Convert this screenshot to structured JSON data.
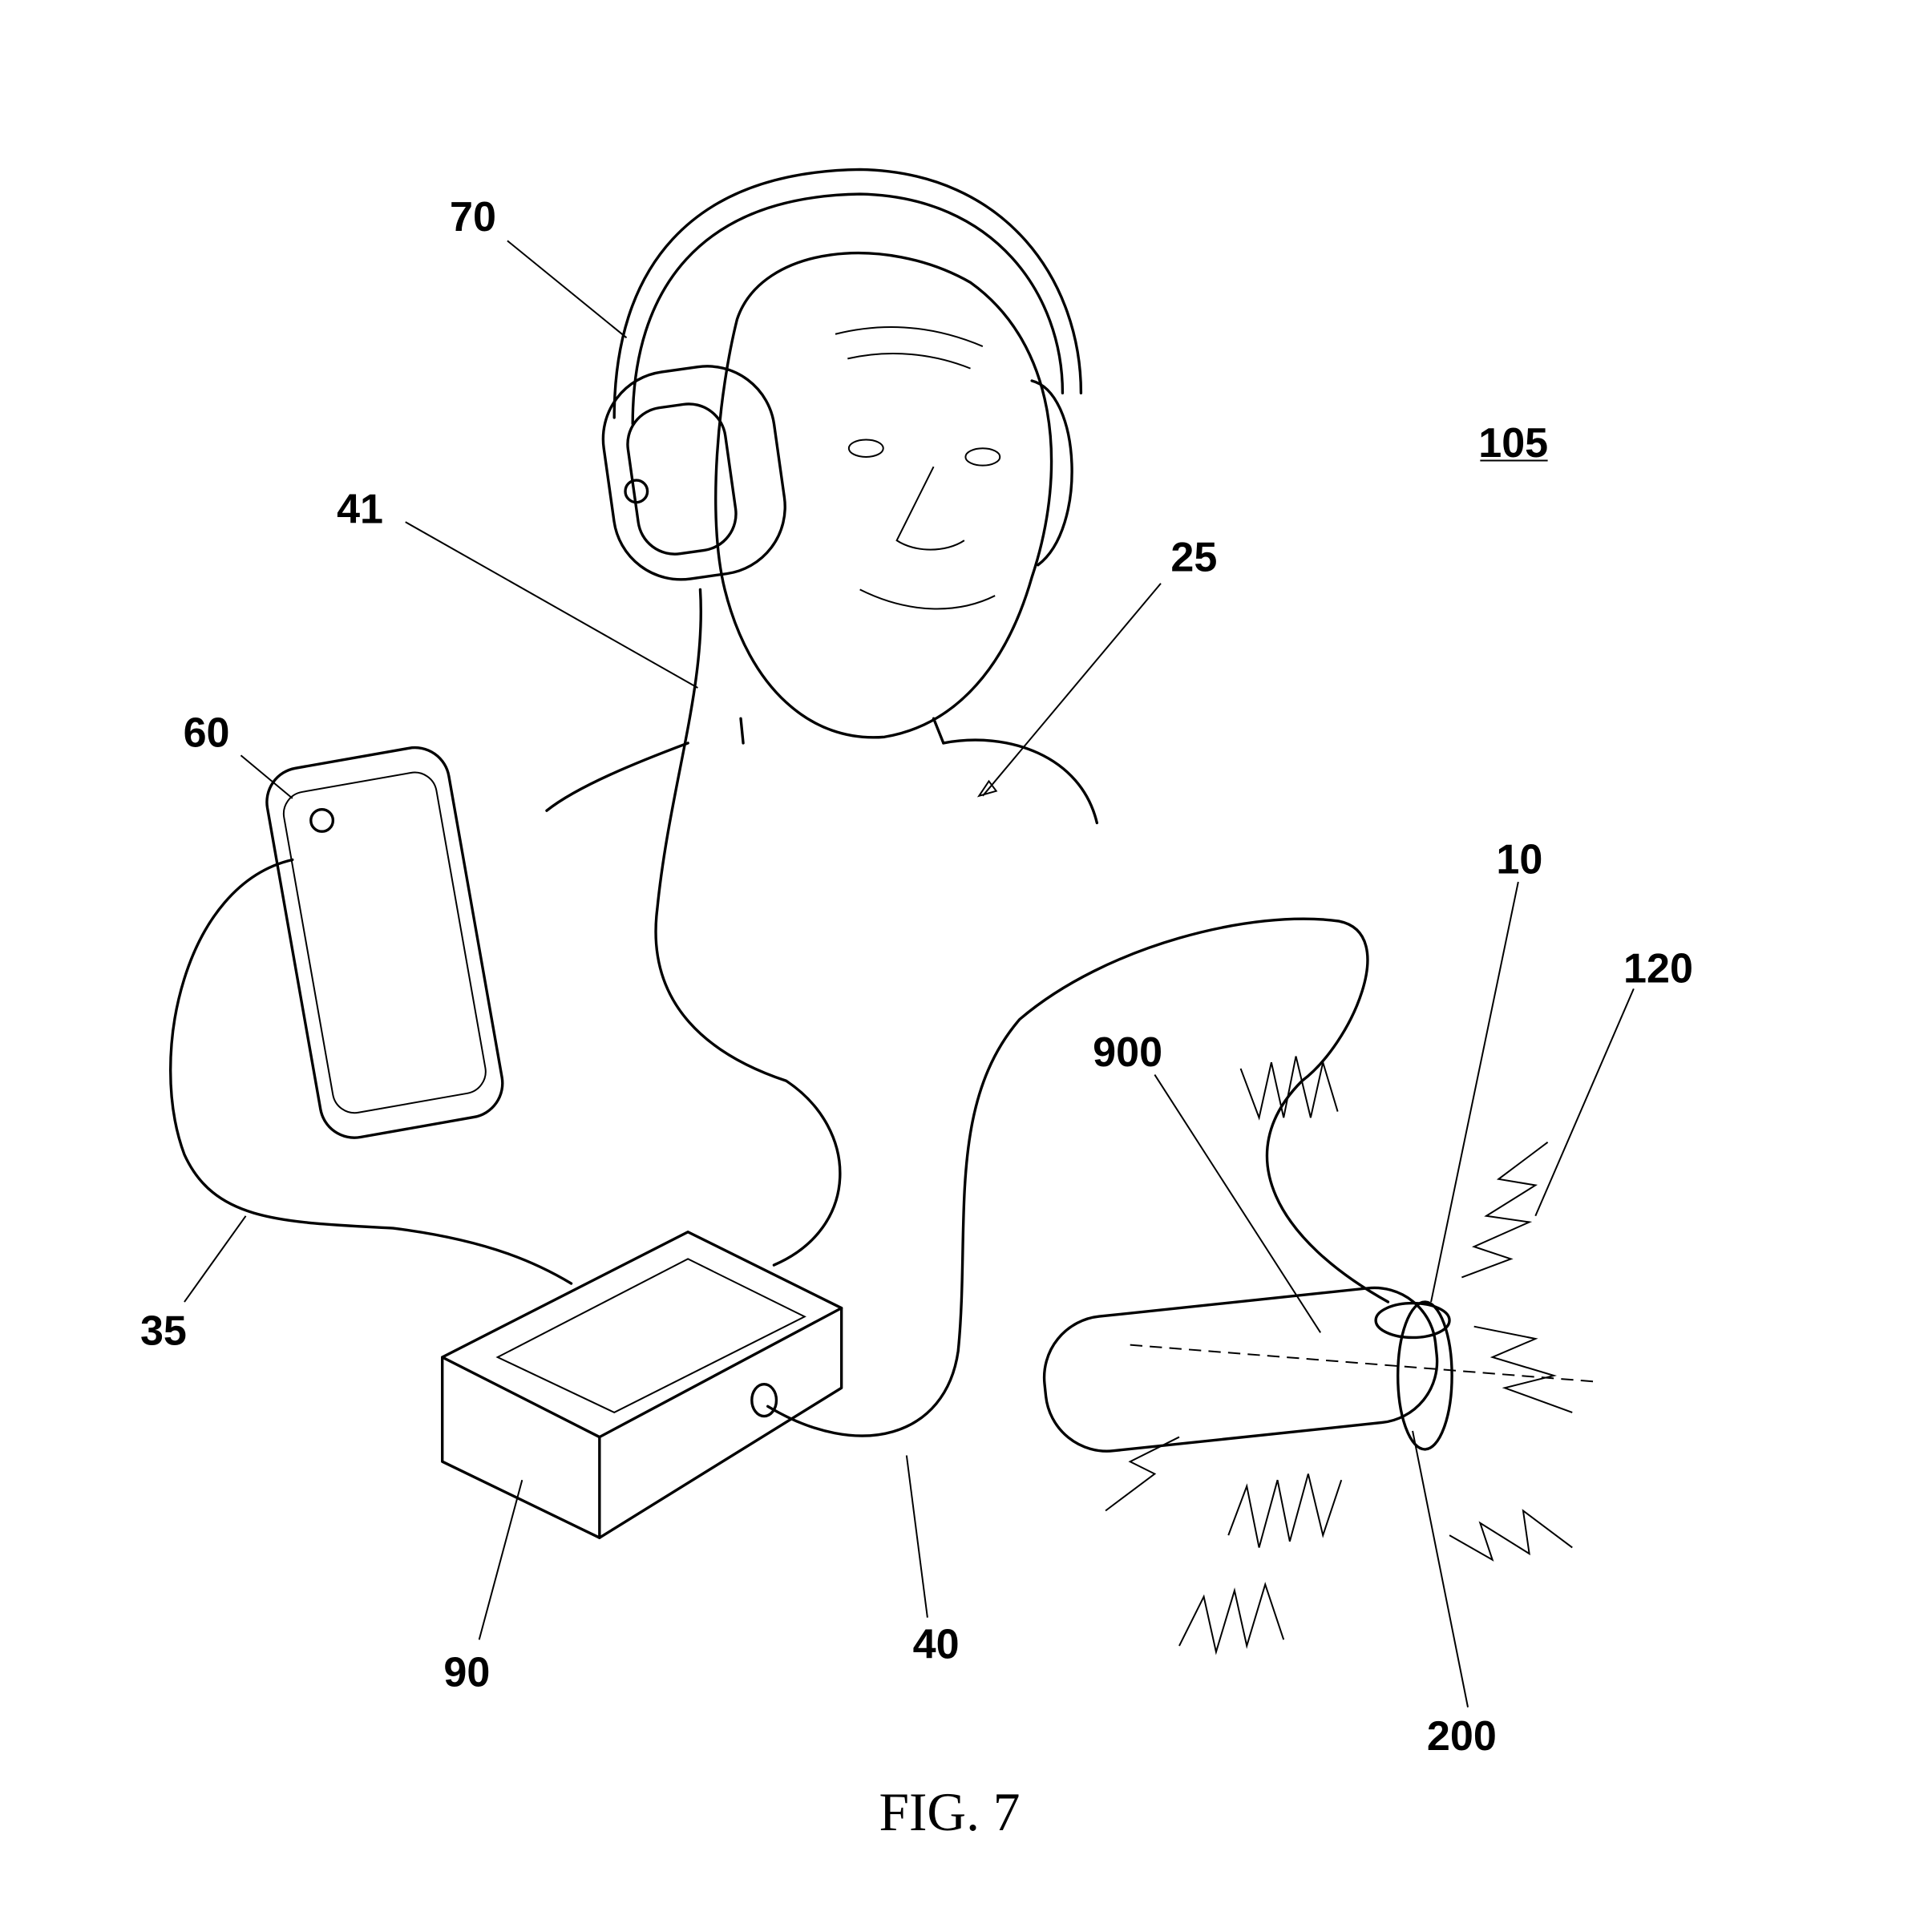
{
  "figure": {
    "caption": "FIG. 7",
    "system_ref": "105",
    "labels": {
      "headphones": "70",
      "headphone_cable": "41",
      "user": "25",
      "phone": "60",
      "device": "10",
      "stimulation": "120",
      "sleeve": "900",
      "phone_cable": "35",
      "control_box": "90",
      "device_cable": "40",
      "ring": "200"
    }
  }
}
